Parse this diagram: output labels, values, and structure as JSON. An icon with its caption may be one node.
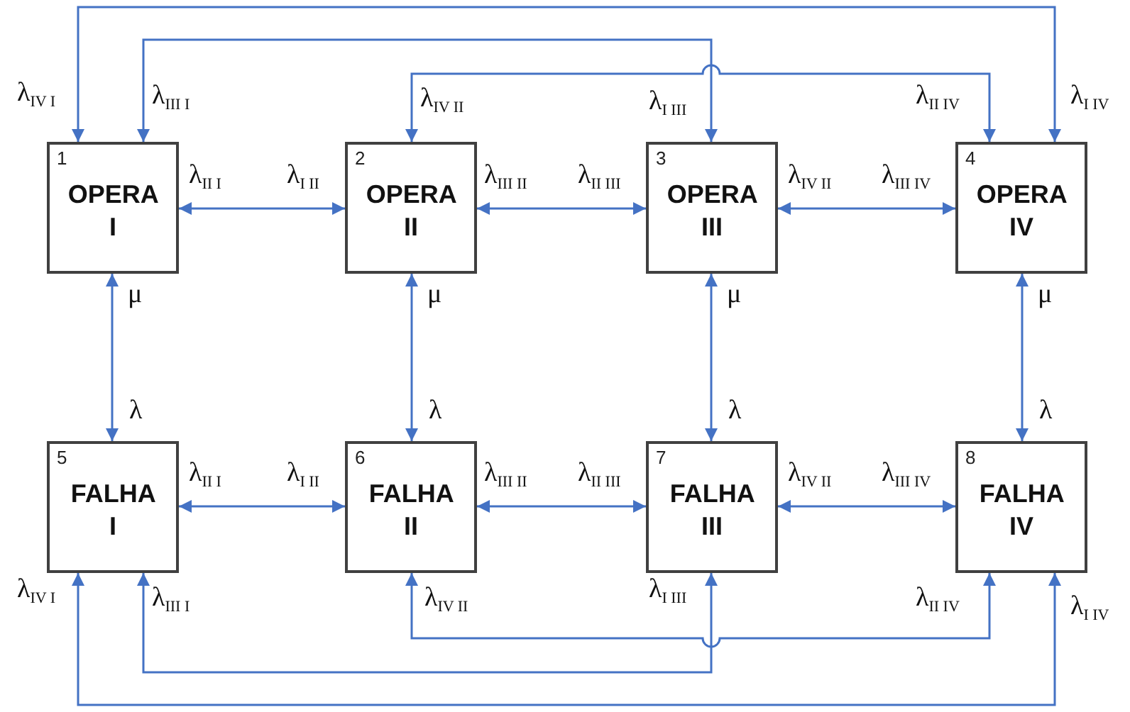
{
  "diagram": {
    "nodes": [
      {
        "text": [
          "1",
          "OPERA I"
        ]
      },
      {
        "text": [
          "2",
          "OPERA II"
        ]
      },
      {
        "text": [
          "3",
          "OPERA III"
        ]
      },
      {
        "text": [
          "4",
          "OPERA IV"
        ]
      },
      {
        "text": [
          "5",
          "FALHA I"
        ]
      },
      {
        "text": [
          "6",
          "FALHA II"
        ]
      },
      {
        "text": [
          "7",
          "FALHA III"
        ]
      },
      {
        "text": [
          "8",
          "FALHA IV"
        ]
      }
    ],
    "edges": [
      {
        "from": 0,
        "to": 3,
        "arrow": "both"
      },
      {
        "from": 0,
        "to": 2,
        "arrow": "both"
      },
      {
        "from": 1,
        "to": 3,
        "arrow": "both"
      },
      {
        "from": 0,
        "to": 1,
        "arrow": "both"
      },
      {
        "from": 1,
        "to": 2,
        "arrow": "both"
      },
      {
        "from": 2,
        "to": 3,
        "arrow": "both"
      },
      {
        "from": 0,
        "to": 4,
        "arrow": "both"
      },
      {
        "from": 1,
        "to": 5,
        "arrow": "both"
      },
      {
        "from": 2,
        "to": 6,
        "arrow": "both"
      },
      {
        "from": 3,
        "to": 7,
        "arrow": "both"
      },
      {
        "from": 4,
        "to": 5,
        "arrow": "both"
      },
      {
        "from": 5,
        "to": 6,
        "arrow": "both"
      },
      {
        "from": 6,
        "to": 7,
        "arrow": "both"
      },
      {
        "from": 4,
        "to": 7,
        "arrow": "both"
      },
      {
        "from": 4,
        "to": 6,
        "arrow": "both"
      },
      {
        "from": 5,
        "to": 7,
        "arrow": "both"
      }
    ],
    "labels": [
      "λ$_{IV I}$",
      "λ$_{III I}$",
      "λ$_{IV II}$",
      "λ$_{I III}$",
      "λ$_{II IV}$",
      "λ$_{I IV}$",
      "λ$_{II I}$",
      "λ$_{I II}$",
      "λ$_{III II}$",
      "λ$_{II III}$",
      "λ$_{IV II}$",
      "λ$_{III IV}$",
      "μ",
      "μ",
      "μ",
      "μ",
      "λ",
      "λ",
      "λ",
      "λ",
      "λ$_{II I}$",
      "λ$_{I II}$",
      "λ$_{III II}$",
      "λ$_{II III}$",
      "λ$_{IV II}$",
      "λ$_{III IV}$",
      "λ$_{IV I}$",
      "λ$_{III I}$",
      "λ$_{IV II}$",
      "λ$_{I III}$",
      "λ$_{II IV}$",
      "λ$_{I IV}$"
    ]
  }
}
